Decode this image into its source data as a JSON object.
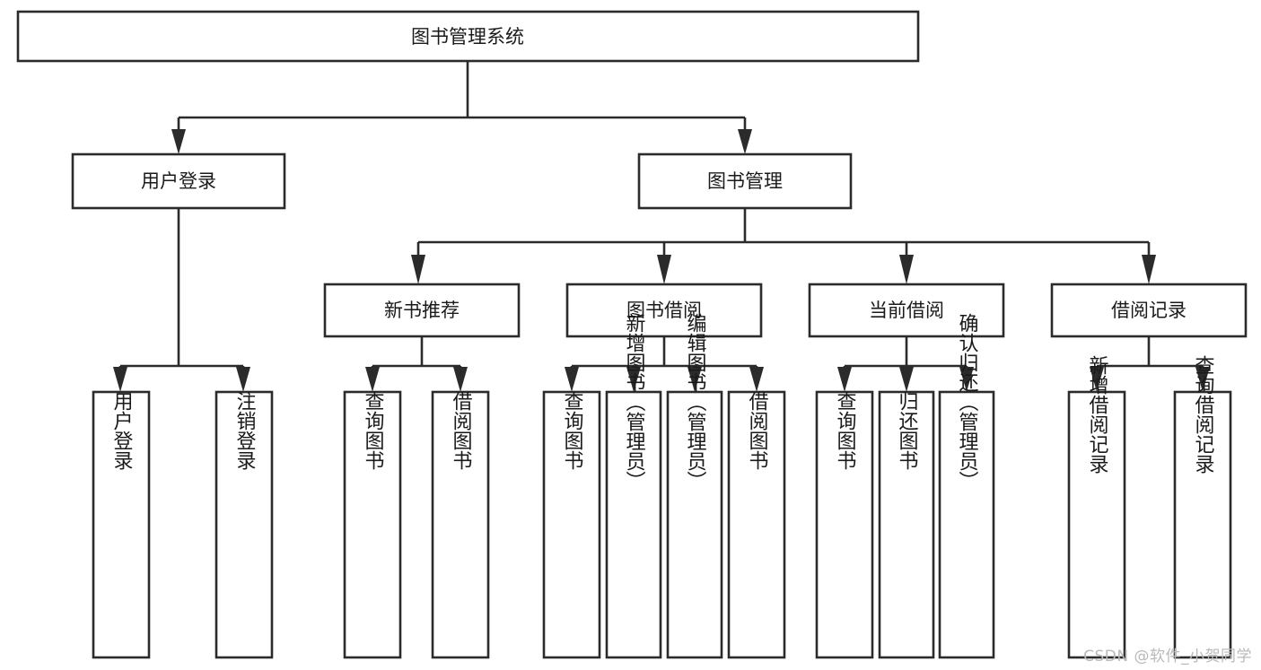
{
  "diagram": {
    "type": "tree",
    "title": "图书管理系统",
    "orientation": "top-down",
    "colors": {
      "stroke": "#2b2b2b",
      "fill": "#ffffff",
      "text": "#1a1a1a",
      "watermark": "#b9b9b9"
    },
    "root": {
      "label": "图书管理系统"
    },
    "level2": [
      {
        "id": "user-login",
        "label": "用户登录"
      },
      {
        "id": "book-manage",
        "label": "图书管理"
      }
    ],
    "level3": [
      {
        "id": "new-book-recommend",
        "label": "新书推荐"
      },
      {
        "id": "book-borrow",
        "label": "图书借阅"
      },
      {
        "id": "current-borrow",
        "label": "当前借阅"
      },
      {
        "id": "borrow-record",
        "label": "借阅记录"
      }
    ],
    "leaves": {
      "user-login": [
        {
          "id": "leaf-user-login",
          "label": "用户登录"
        },
        {
          "id": "leaf-logout-login",
          "label": "注销登录"
        }
      ],
      "new-book-recommend": [
        {
          "id": "leaf-query-book-1",
          "label": "查询图书"
        },
        {
          "id": "leaf-borrow-book-1",
          "label": "借阅图书"
        }
      ],
      "book-borrow": [
        {
          "id": "leaf-query-book-2",
          "label": "查询图书"
        },
        {
          "id": "leaf-add-book",
          "label": "新增图书（管理员）"
        },
        {
          "id": "leaf-edit-book",
          "label": "编辑图书（管理员）"
        },
        {
          "id": "leaf-borrow-book-2",
          "label": "借阅图书"
        }
      ],
      "current-borrow": [
        {
          "id": "leaf-query-book-3",
          "label": "查询图书"
        },
        {
          "id": "leaf-return-book",
          "label": "归还图书"
        },
        {
          "id": "leaf-confirm-return",
          "label": "确认归还（管理员）"
        }
      ],
      "borrow-record": [
        {
          "id": "leaf-add-record",
          "label": "新增借阅记录"
        },
        {
          "id": "leaf-query-record",
          "label": "查询借阅记录"
        }
      ]
    }
  },
  "watermark": {
    "text": "CSDN @软件_小贺同学"
  }
}
